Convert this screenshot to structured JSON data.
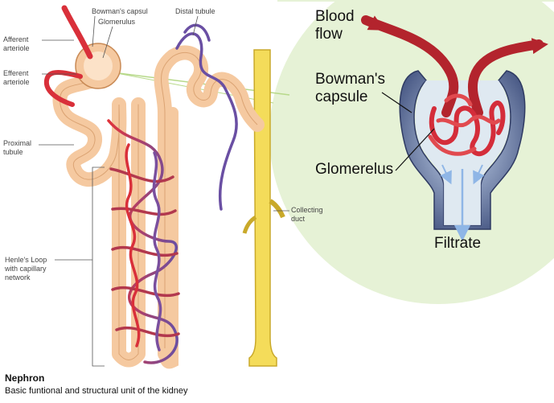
{
  "left_panel": {
    "labels": {
      "afferent_arteriole": "Afferent\narteriole",
      "efferent_arteriole": "Efferent\narteriole",
      "bowmans_capsule": "Bowman's capsul",
      "glomerulus": "Glomerulus",
      "distal_tubule": "Distal tubule",
      "proximal_tubule": "Proximal\ntubule",
      "collecting_duct": "Collecting\nduct",
      "henles_loop": "Henle's Loop\nwith capillary\nnetwork"
    },
    "caption": {
      "title": "Nephron",
      "subtitle": "Basic funtional and structural unit of the kidney"
    }
  },
  "right_panel": {
    "labels": {
      "blood_flow": "Blood\nflow",
      "bowmans_capsule": "Bowman's\ncapsule",
      "glomerelus": "Glomerelus",
      "filtrate": "Filtrate"
    }
  },
  "colors": {
    "tubule": "#f5c9a0",
    "tubule_outline": "#c98a55",
    "artery": "#d9303a",
    "vein": "#6a4fa3",
    "collecting_duct": "#f4dc5a",
    "zoom_bg": "#e6f2d6",
    "capsule": "#4a5a86"
  }
}
